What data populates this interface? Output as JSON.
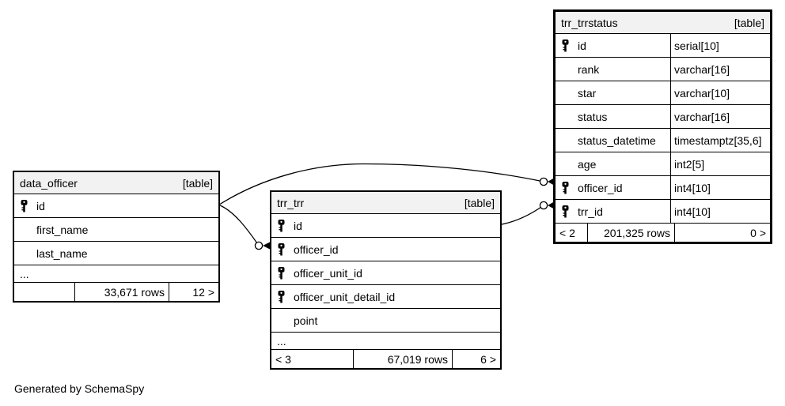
{
  "footer_note": "Generated by SchemaSpy",
  "colors": {
    "header_bg": "#f2f2f2",
    "key_primary": "#e5e500",
    "key_foreign": "#d4d4d4",
    "line_color": "#000000"
  },
  "tables": {
    "data_officer": {
      "name": "data_officer",
      "tag": "[table]",
      "columns": [
        {
          "name": "id",
          "key": "primary"
        },
        {
          "name": "first_name",
          "key": "none"
        },
        {
          "name": "last_name",
          "key": "none"
        }
      ],
      "ellipsis": "...",
      "footer": {
        "left": "",
        "rows": "33,671 rows",
        "right": "12 >"
      }
    },
    "trr_trr": {
      "name": "trr_trr",
      "tag": "[table]",
      "columns": [
        {
          "name": "id",
          "key": "primary"
        },
        {
          "name": "officer_id",
          "key": "foreign"
        },
        {
          "name": "officer_unit_id",
          "key": "foreign"
        },
        {
          "name": "officer_unit_detail_id",
          "key": "foreign"
        },
        {
          "name": "point",
          "key": "none"
        }
      ],
      "ellipsis": "...",
      "footer": {
        "left": "< 3",
        "rows": "67,019 rows",
        "right": "6 >"
      }
    },
    "trr_trrstatus": {
      "name": "trr_trrstatus",
      "tag": "[table]",
      "columns": [
        {
          "name": "id",
          "type": "serial[10]",
          "key": "primary"
        },
        {
          "name": "rank",
          "type": "varchar[16]",
          "key": "none"
        },
        {
          "name": "star",
          "type": "varchar[10]",
          "key": "none"
        },
        {
          "name": "status",
          "type": "varchar[16]",
          "key": "none"
        },
        {
          "name": "status_datetime",
          "type": "timestamptz[35,6]",
          "key": "none"
        },
        {
          "name": "age",
          "type": "int2[5]",
          "key": "none"
        },
        {
          "name": "officer_id",
          "type": "int4[10]",
          "key": "foreign"
        },
        {
          "name": "trr_id",
          "type": "int4[10]",
          "key": "foreign"
        }
      ],
      "footer": {
        "left": "< 2",
        "rows": "201,325 rows",
        "right": "0 >"
      }
    }
  },
  "relationships": [
    {
      "from": "data_officer.id",
      "to": "trr_trr.officer_id"
    },
    {
      "from": "data_officer.id",
      "to": "trr_trrstatus.officer_id"
    },
    {
      "from": "trr_trr.id",
      "to": "trr_trrstatus.trr_id"
    }
  ]
}
